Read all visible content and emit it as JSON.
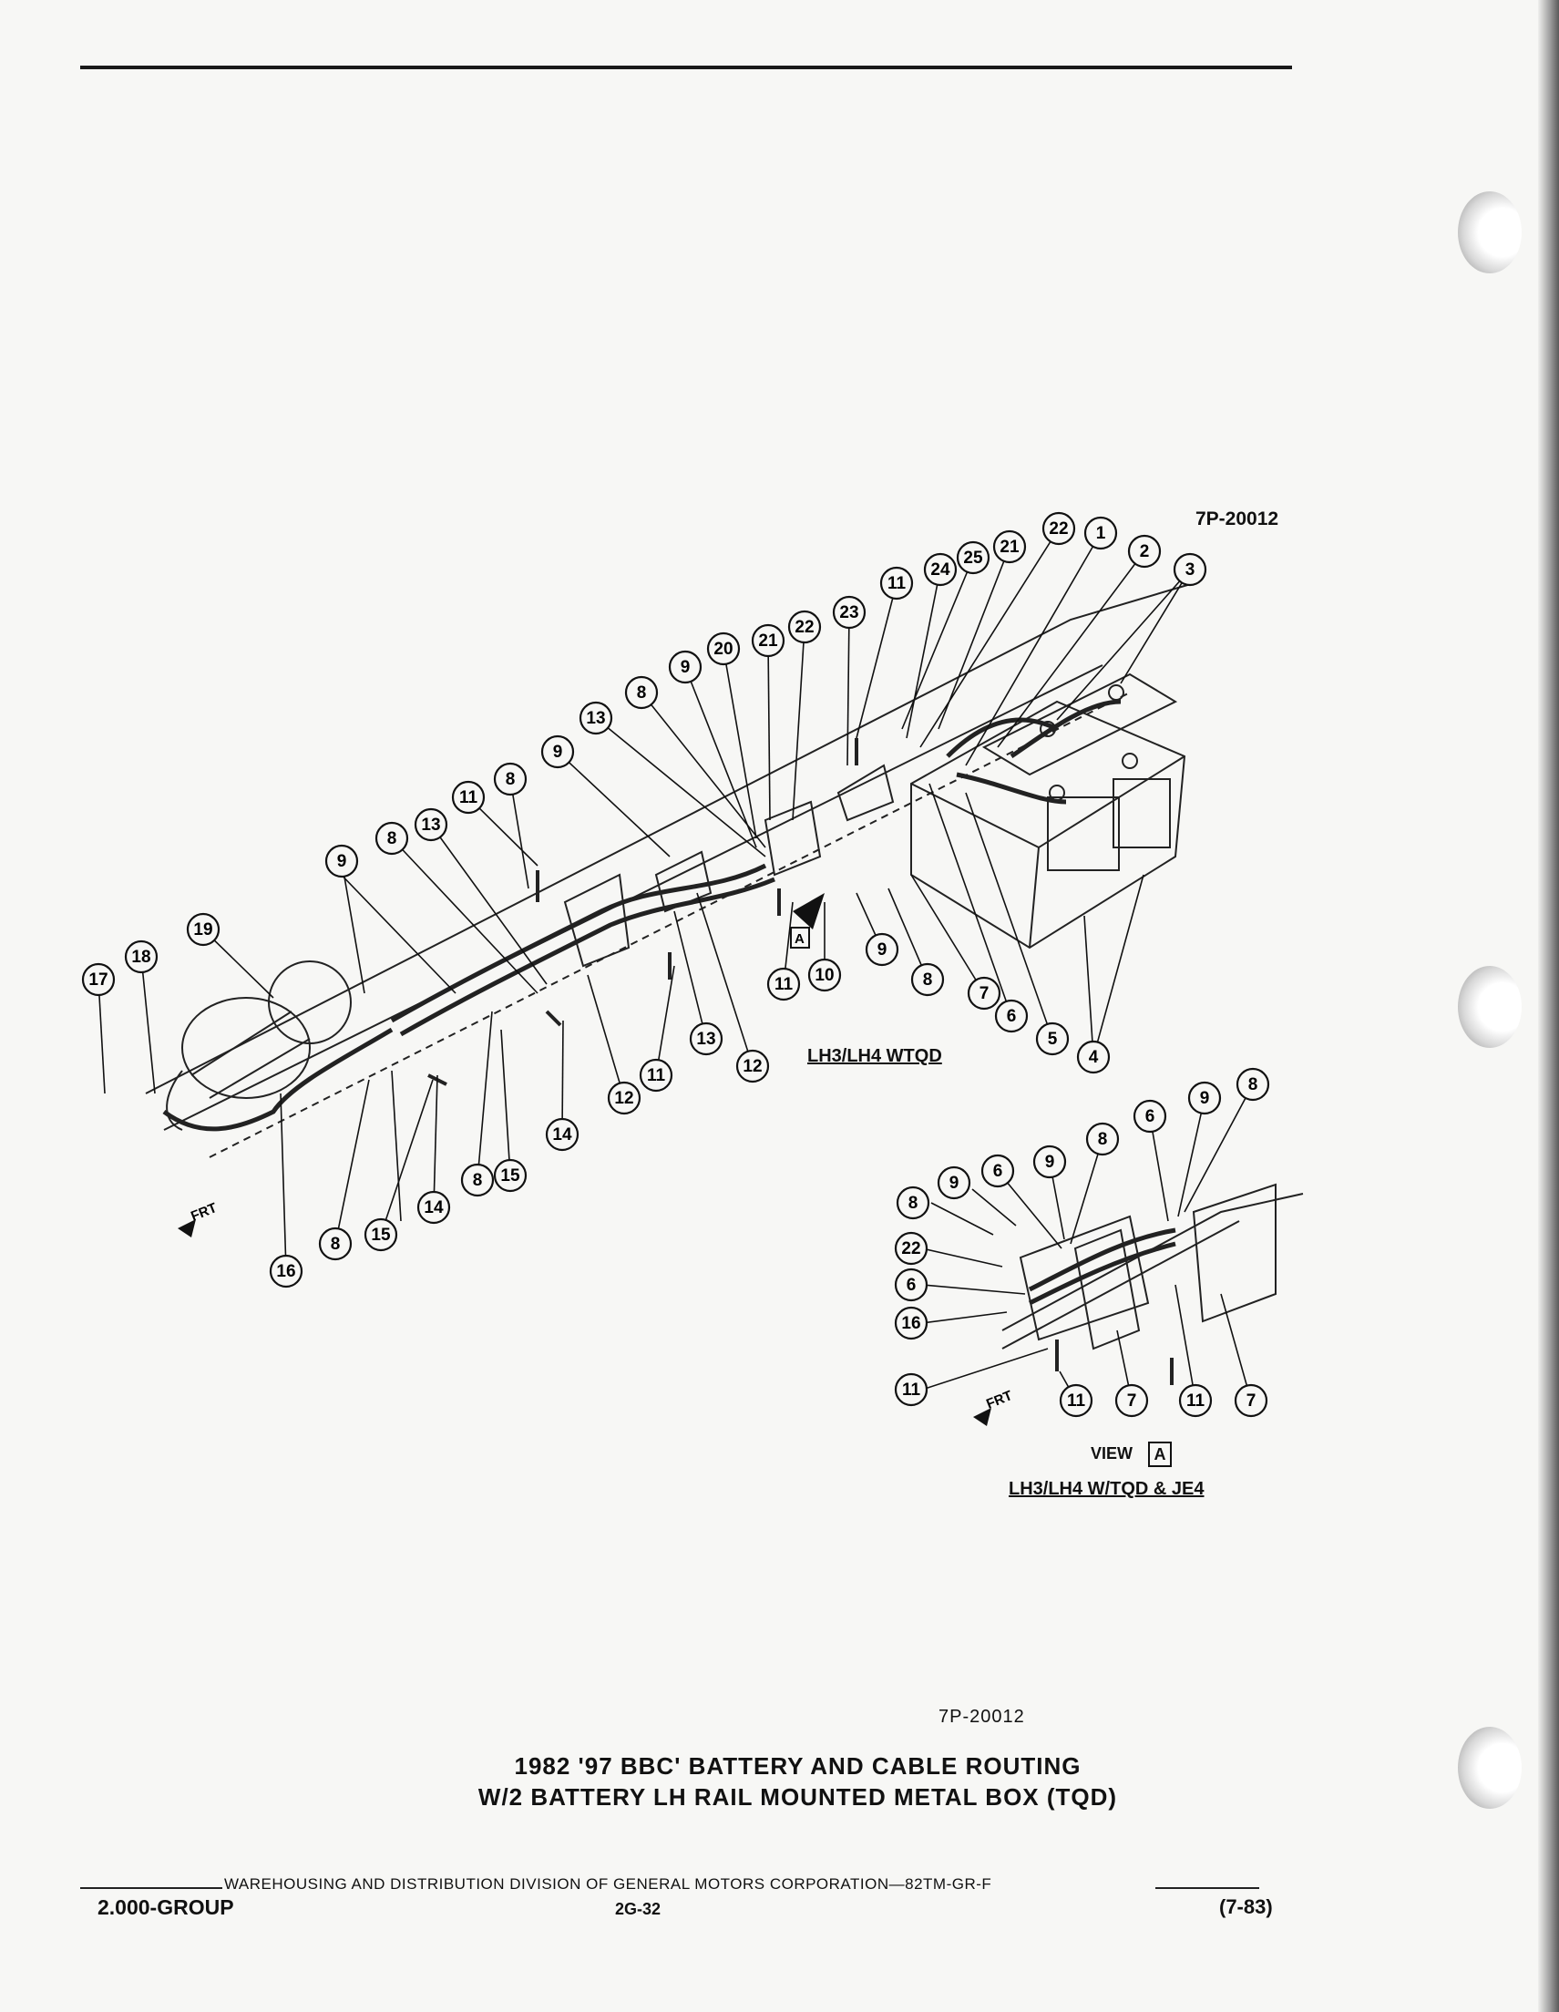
{
  "figure_id_top": "7P-20012",
  "figure_id_bottom": "7P-20012",
  "variant_main": "LH3/LH4 WTQD",
  "view_label": "VIEW",
  "view_letter": "A",
  "variant_view": "LH3/LH4 W/TQD & JE4",
  "front_label": "FRT",
  "title_line1": "1982 '97 BBC' BATTERY AND CABLE ROUTING",
  "title_line2": "W/2 BATTERY LH RAIL MOUNTED METAL BOX (TQD)",
  "footer_text": "WAREHOUSING AND DISTRIBUTION  DIVISION OF GENERAL MOTORS CORPORATION—82TM-GR-F",
  "footer_left": "2.000-GROUP",
  "footer_center": "2G-32",
  "footer_right": "(7-83)",
  "main_callouts": [
    "22",
    "1",
    "21",
    "25",
    "24",
    "11",
    "2",
    "3",
    "23",
    "22",
    "21",
    "20",
    "9",
    "8",
    "13",
    "9",
    "8",
    "11",
    "13",
    "8",
    "9",
    "19",
    "18",
    "17",
    "10",
    "9",
    "8",
    "7",
    "6",
    "5",
    "4",
    "11",
    "13",
    "12",
    "11",
    "12",
    "14",
    "15",
    "8",
    "14",
    "15",
    "8",
    "16"
  ],
  "view_callouts": [
    "8",
    "9",
    "6",
    "8",
    "9",
    "6",
    "9",
    "8",
    "22",
    "6",
    "16",
    "11",
    "11",
    "7",
    "11",
    "7"
  ]
}
